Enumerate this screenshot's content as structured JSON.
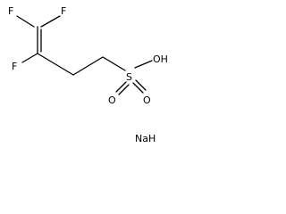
{
  "molecule": {
    "atoms": {
      "f_top_left": "F",
      "f_top_right": "F",
      "f_side": "F",
      "hydroxyl": "OH",
      "sulfur": "S",
      "oxygen_upper": "O",
      "oxygen_lower": "O"
    },
    "counterion": "NaH"
  }
}
